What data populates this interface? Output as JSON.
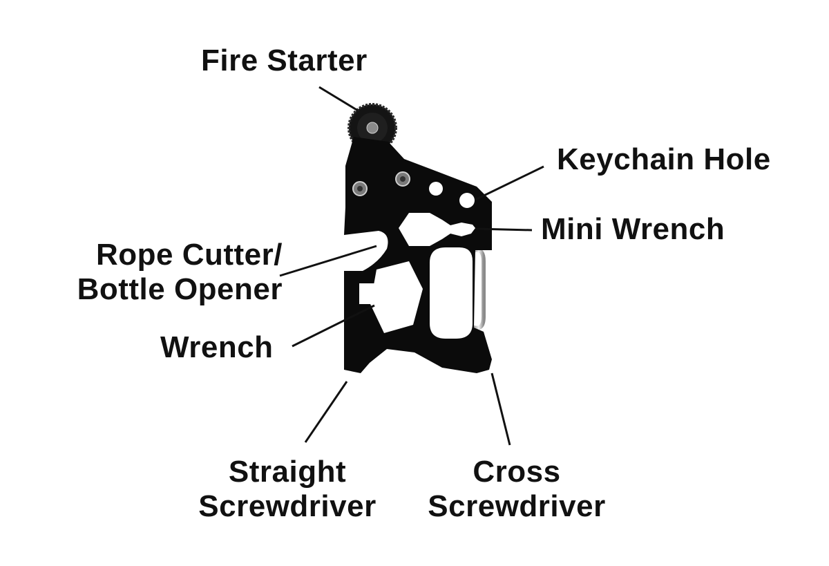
{
  "labels": {
    "fire_starter": "Fire Starter",
    "keychain_hole": "Keychain Hole",
    "mini_wrench": "Mini Wrench",
    "rope_cutter_line1": "Rope Cutter/",
    "rope_cutter_line2": "Bottle Opener",
    "wrench": "Wrench",
    "straight_line1": "Straight",
    "straight_line2": "Screwdriver",
    "cross_line1": "Cross",
    "cross_line2": "Screwdriver"
  },
  "colors": {
    "tool_body": "#0b0b0b",
    "leader_line": "#111111",
    "text": "#111111",
    "background": "#ffffff"
  }
}
